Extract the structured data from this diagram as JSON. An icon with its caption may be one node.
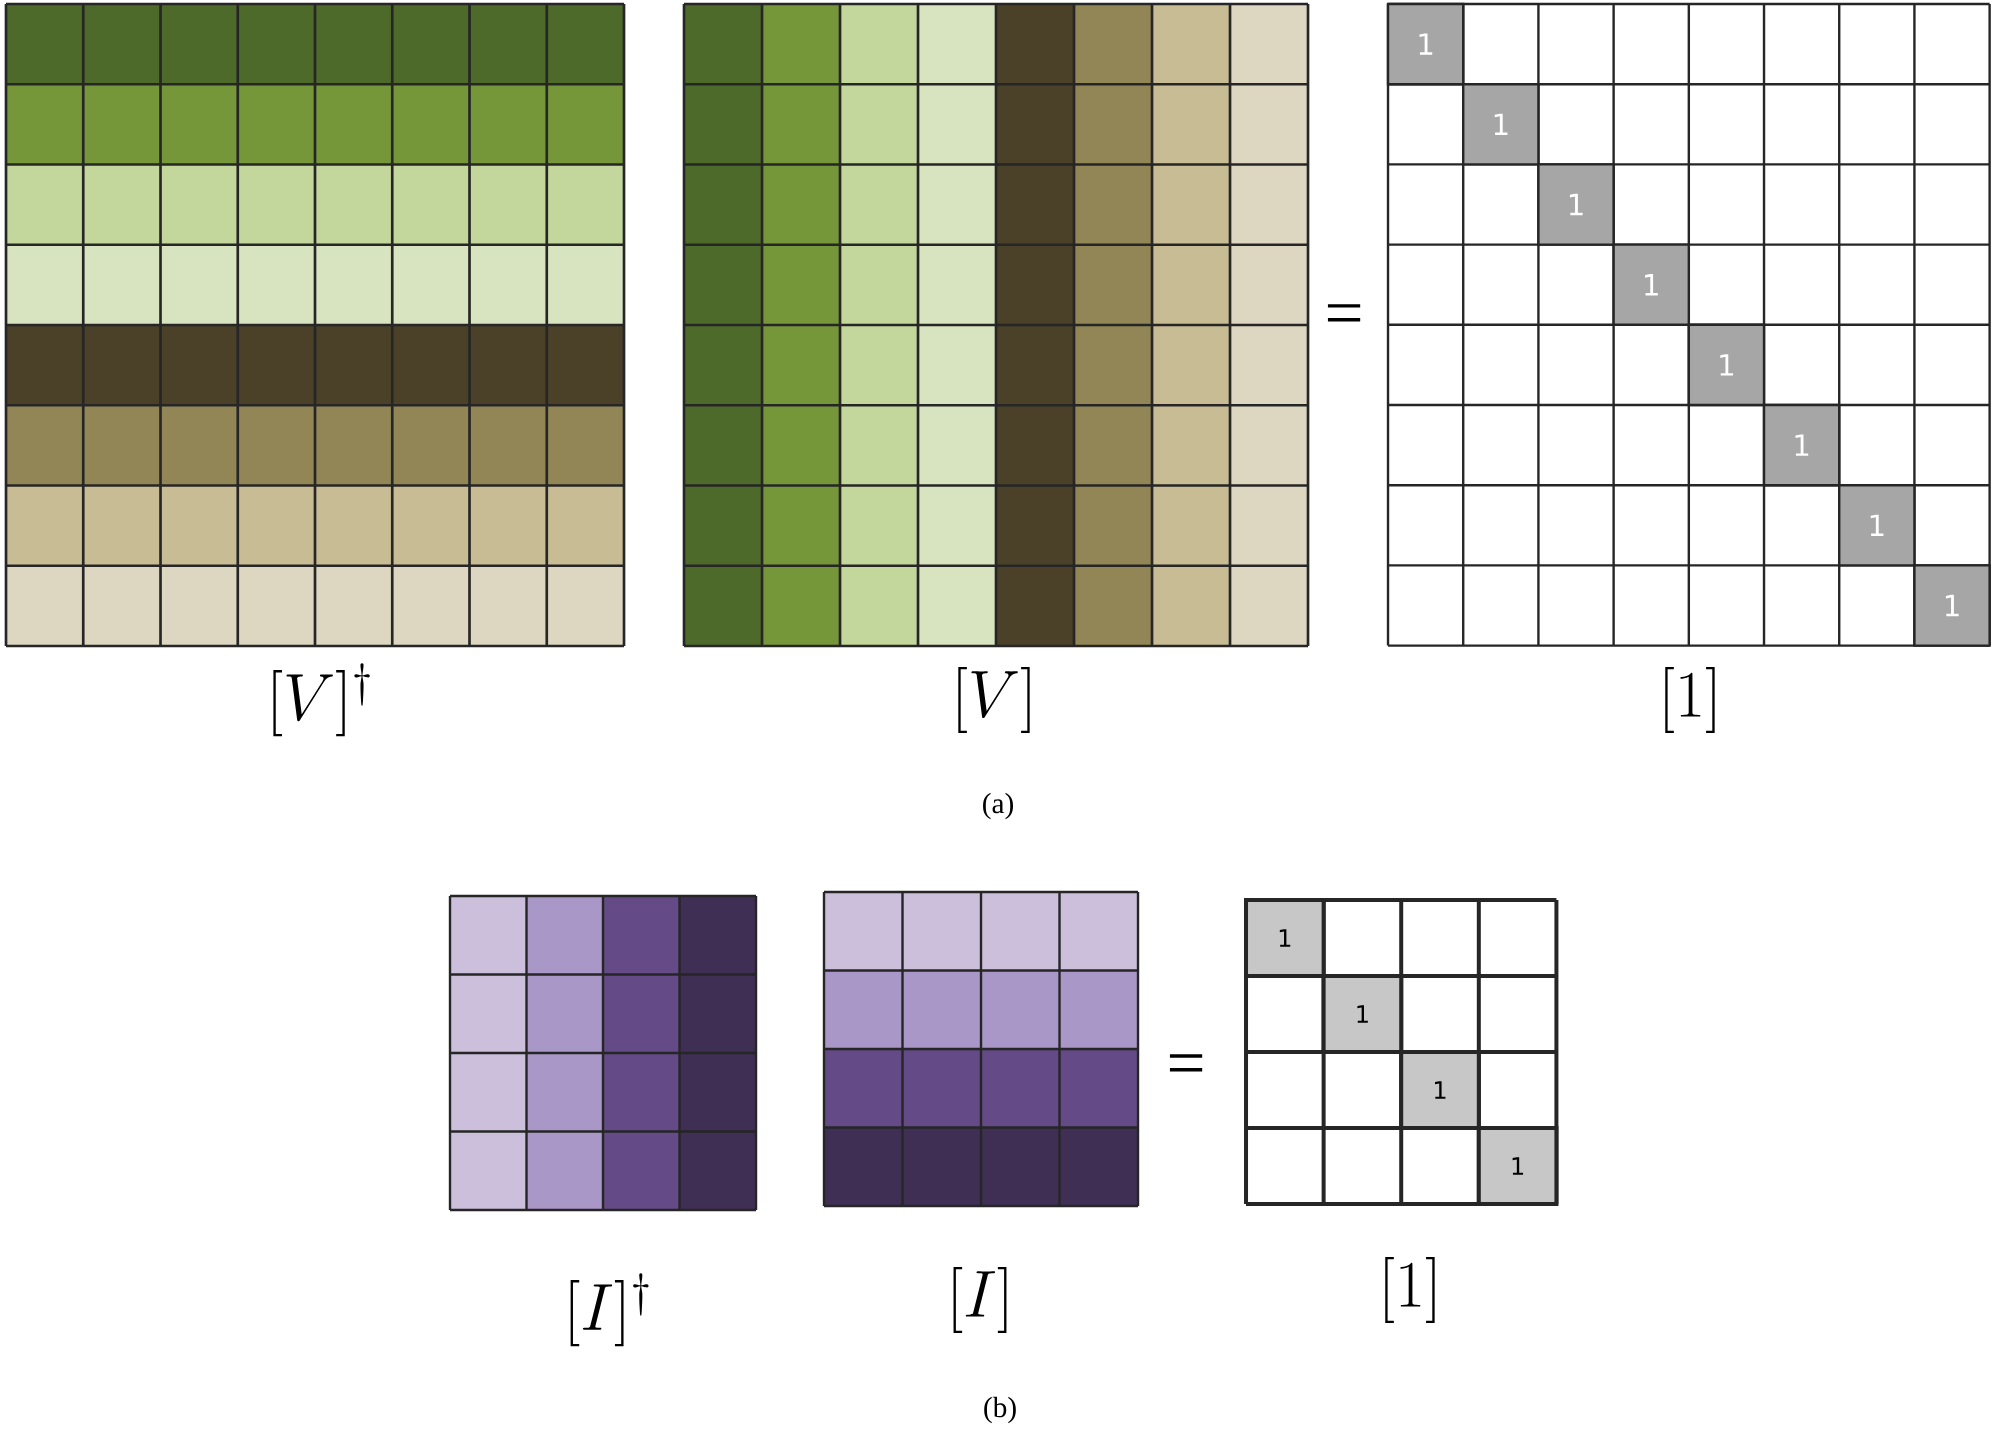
{
  "diagram": {
    "labels": [
      "1",
      "1",
      "1",
      "1",
      "=",
      "1",
      "1",
      "1",
      "1",
      "[V]^{\\dagger}",
      "[V]",
      "[1]",
      "(a)",
      "1",
      "1",
      "=",
      "1",
      "1",
      "[I]^{\\dagger}",
      "[I]",
      "[1]",
      "(b)"
    ]
  }
}
